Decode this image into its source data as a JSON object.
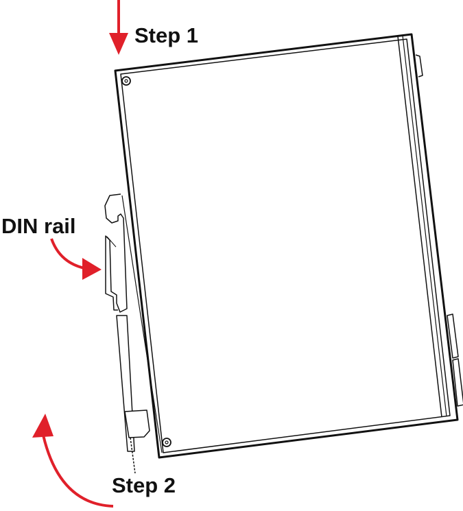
{
  "labels": {
    "step1": "Step 1",
    "din_rail": "DIN rail",
    "step2": "Step 2"
  },
  "colors": {
    "arrow": "#e0202a",
    "line": "#111111"
  },
  "icons": [
    "down-arrow-icon",
    "curved-arrow-right-icon",
    "curved-arrow-up-icon",
    "screw-icon"
  ]
}
